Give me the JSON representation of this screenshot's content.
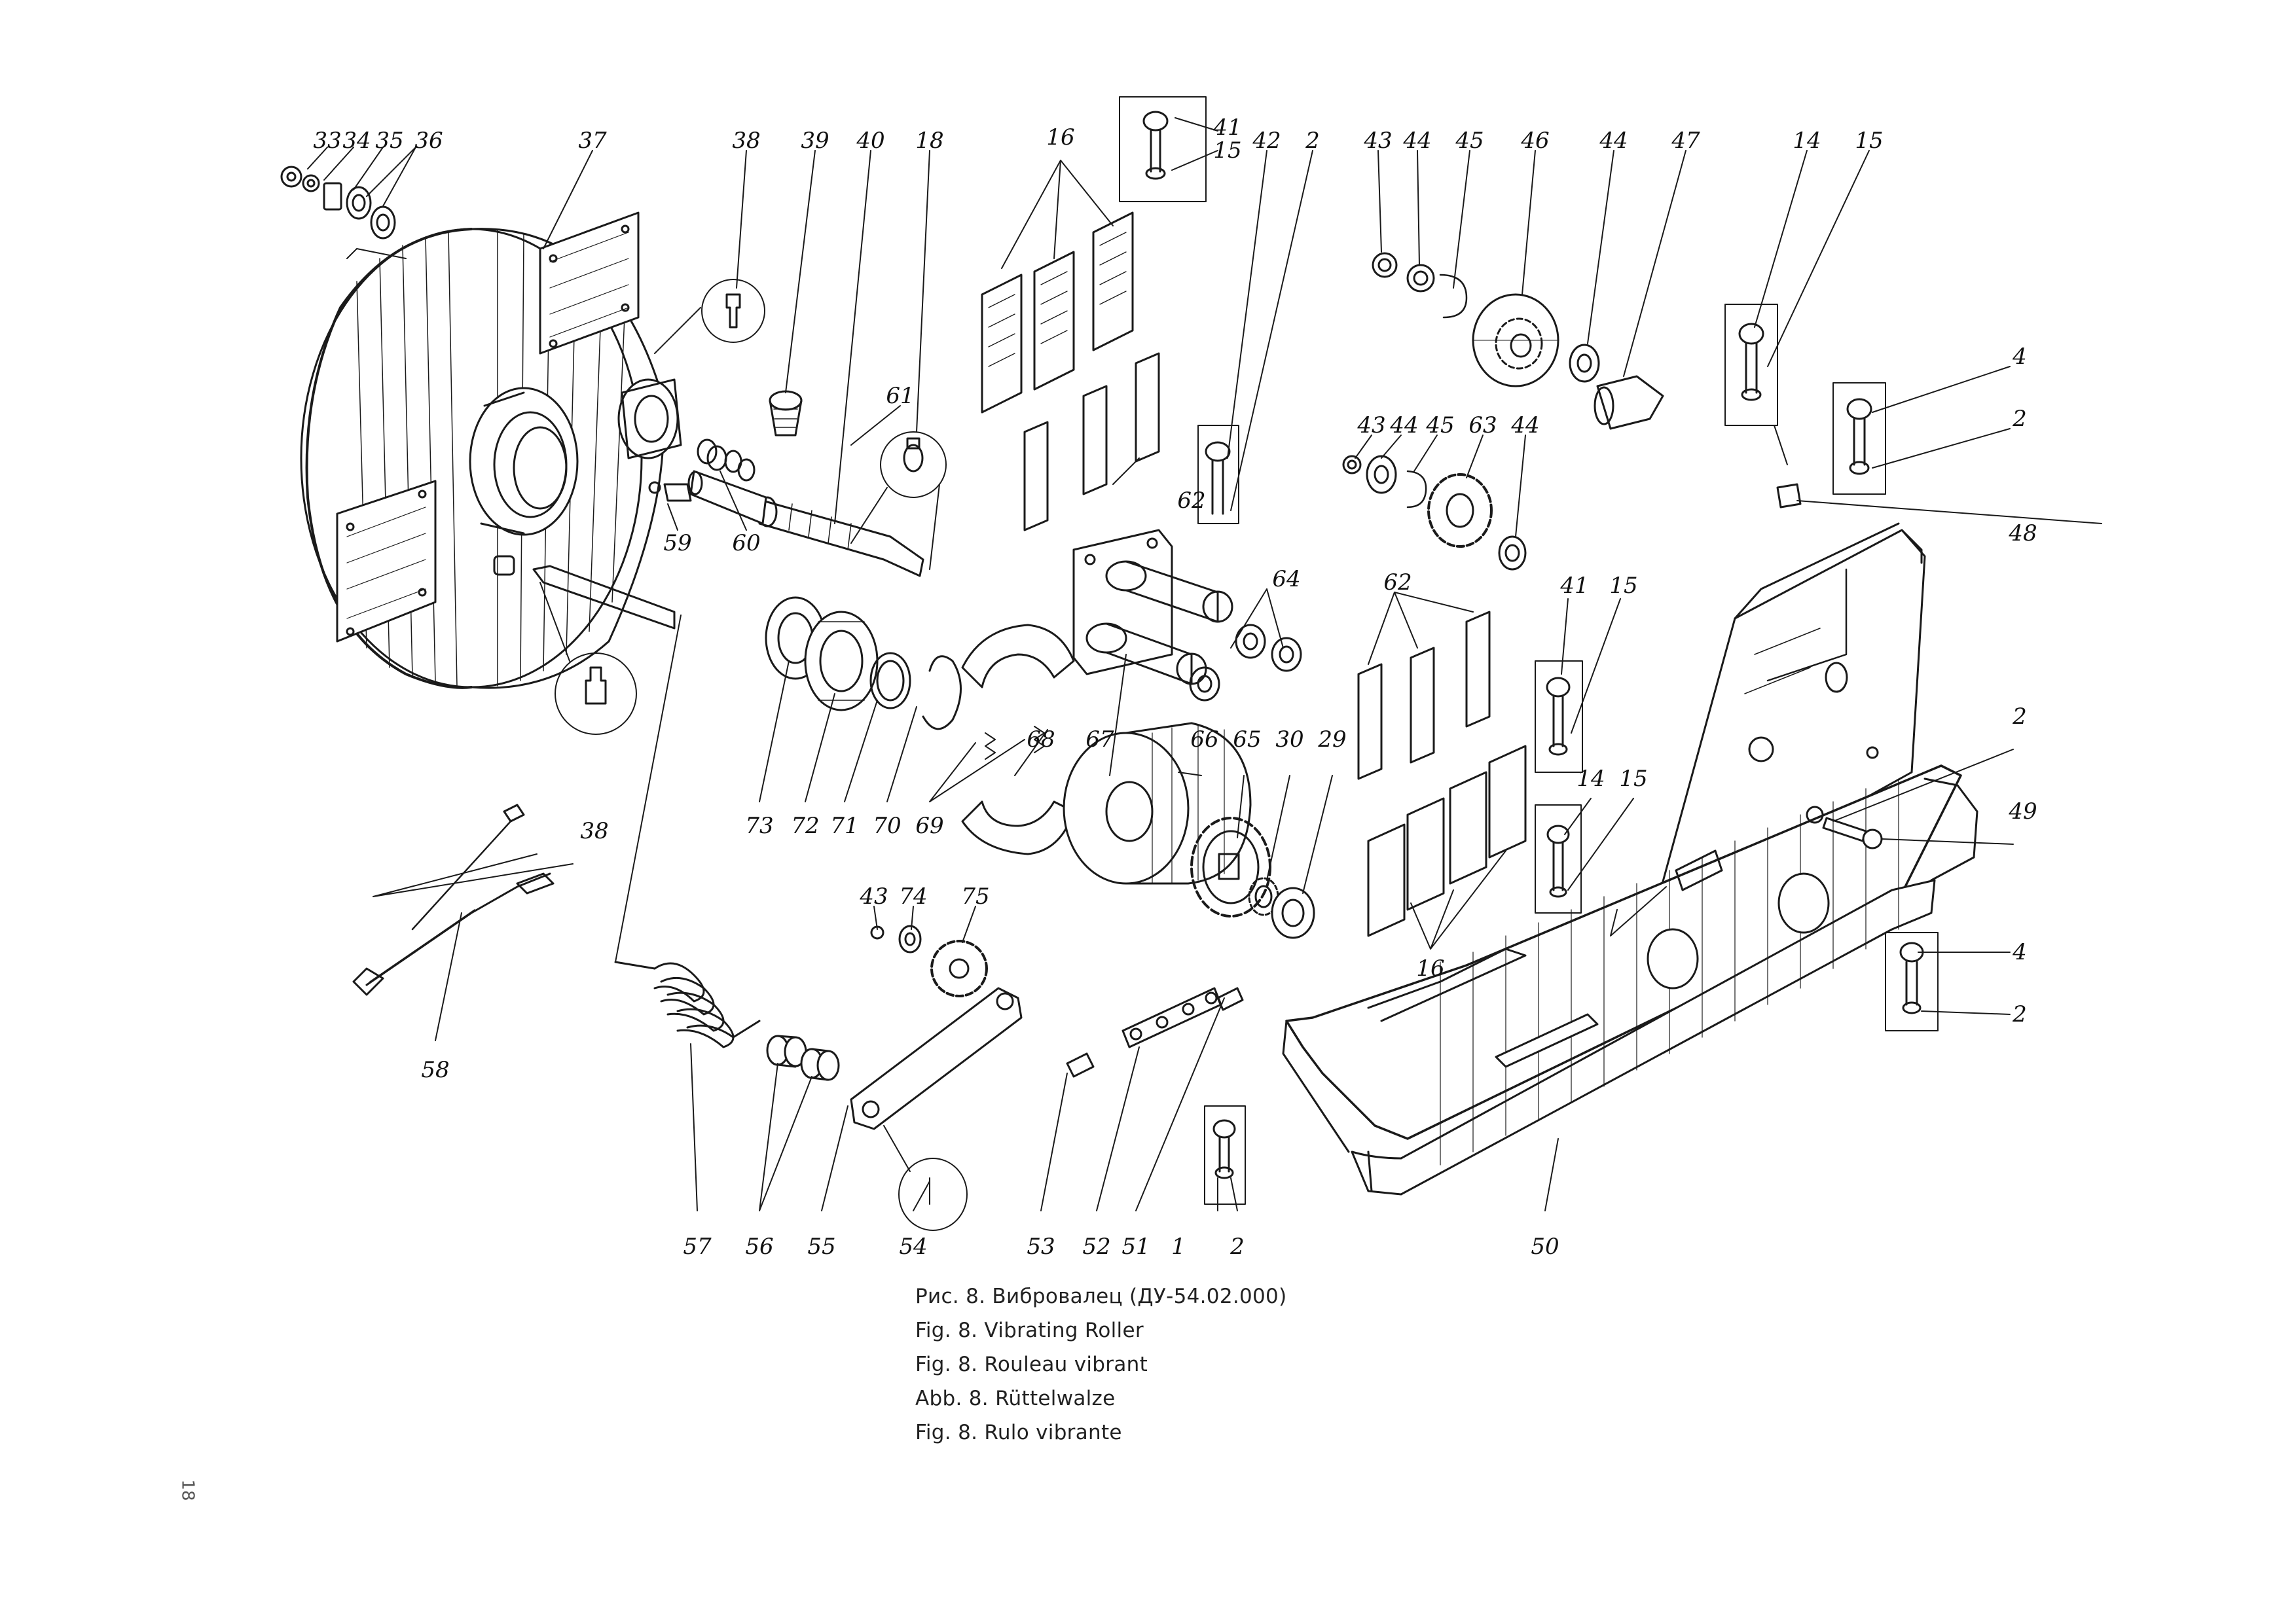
{
  "figure": {
    "caption": {
      "ru": "Рис. 8. Вибровалец (ДУ-54.02.000)",
      "en": "Fig. 8. Vibrating Roller",
      "fr": "Fig. 8. Rouleau vibrant",
      "de": "Abb. 8. Rüttelwalze",
      "es": "Fig. 8. Rulo vibrante"
    },
    "page_number": "18",
    "callouts": [
      {
        "id": "c01",
        "text": "33"
      },
      {
        "id": "c02",
        "text": "34"
      },
      {
        "id": "c03",
        "text": "35"
      },
      {
        "id": "c04",
        "text": "36"
      },
      {
        "id": "c05",
        "text": "37"
      },
      {
        "id": "c06",
        "text": "38"
      },
      {
        "id": "c07",
        "text": "39"
      },
      {
        "id": "c08",
        "text": "40"
      },
      {
        "id": "c09",
        "text": "18"
      },
      {
        "id": "c10",
        "text": "16"
      },
      {
        "id": "c11",
        "text": "41"
      },
      {
        "id": "c12",
        "text": "15"
      },
      {
        "id": "c13",
        "text": "42"
      },
      {
        "id": "c14",
        "text": "2"
      },
      {
        "id": "c15",
        "text": "43"
      },
      {
        "id": "c16",
        "text": "44"
      },
      {
        "id": "c17",
        "text": "45"
      },
      {
        "id": "c18",
        "text": "46"
      },
      {
        "id": "c19",
        "text": "44"
      },
      {
        "id": "c20",
        "text": "47"
      },
      {
        "id": "c21",
        "text": "14"
      },
      {
        "id": "c22",
        "text": "15"
      },
      {
        "id": "c23",
        "text": "4"
      },
      {
        "id": "c24",
        "text": "2"
      },
      {
        "id": "c25",
        "text": "48"
      },
      {
        "id": "c26",
        "text": "43"
      },
      {
        "id": "c27",
        "text": "44"
      },
      {
        "id": "c28",
        "text": "45"
      },
      {
        "id": "c29",
        "text": "63"
      },
      {
        "id": "c30",
        "text": "44"
      },
      {
        "id": "c31",
        "text": "61"
      },
      {
        "id": "c32",
        "text": "59"
      },
      {
        "id": "c33",
        "text": "60"
      },
      {
        "id": "c34",
        "text": "62"
      },
      {
        "id": "c35",
        "text": "64"
      },
      {
        "id": "c36",
        "text": "62"
      },
      {
        "id": "c37",
        "text": "41"
      },
      {
        "id": "c38",
        "text": "15"
      },
      {
        "id": "c39",
        "text": "2"
      },
      {
        "id": "c40",
        "text": "49"
      },
      {
        "id": "c41",
        "text": "38"
      },
      {
        "id": "c42",
        "text": "73"
      },
      {
        "id": "c43",
        "text": "72"
      },
      {
        "id": "c44",
        "text": "71"
      },
      {
        "id": "c45",
        "text": "70"
      },
      {
        "id": "c46",
        "text": "69"
      },
      {
        "id": "c47",
        "text": "68"
      },
      {
        "id": "c48",
        "text": "67"
      },
      {
        "id": "c49",
        "text": "66"
      },
      {
        "id": "c50",
        "text": "65"
      },
      {
        "id": "c51",
        "text": "30"
      },
      {
        "id": "c52",
        "text": "29"
      },
      {
        "id": "c53",
        "text": "14"
      },
      {
        "id": "c54",
        "text": "15"
      },
      {
        "id": "c55",
        "text": "43"
      },
      {
        "id": "c56",
        "text": "74"
      },
      {
        "id": "c57",
        "text": "75"
      },
      {
        "id": "c58",
        "text": "16"
      },
      {
        "id": "c59",
        "text": "4"
      },
      {
        "id": "c60",
        "text": "2"
      },
      {
        "id": "c61",
        "text": "58"
      },
      {
        "id": "c62",
        "text": "57"
      },
      {
        "id": "c63",
        "text": "56"
      },
      {
        "id": "c64",
        "text": "55"
      },
      {
        "id": "c65",
        "text": "54"
      },
      {
        "id": "c66",
        "text": "53"
      },
      {
        "id": "c67",
        "text": "52"
      },
      {
        "id": "c68",
        "text": "51"
      },
      {
        "id": "c69",
        "text": "1"
      },
      {
        "id": "c70",
        "text": "2"
      },
      {
        "id": "c71",
        "text": "50"
      }
    ]
  }
}
